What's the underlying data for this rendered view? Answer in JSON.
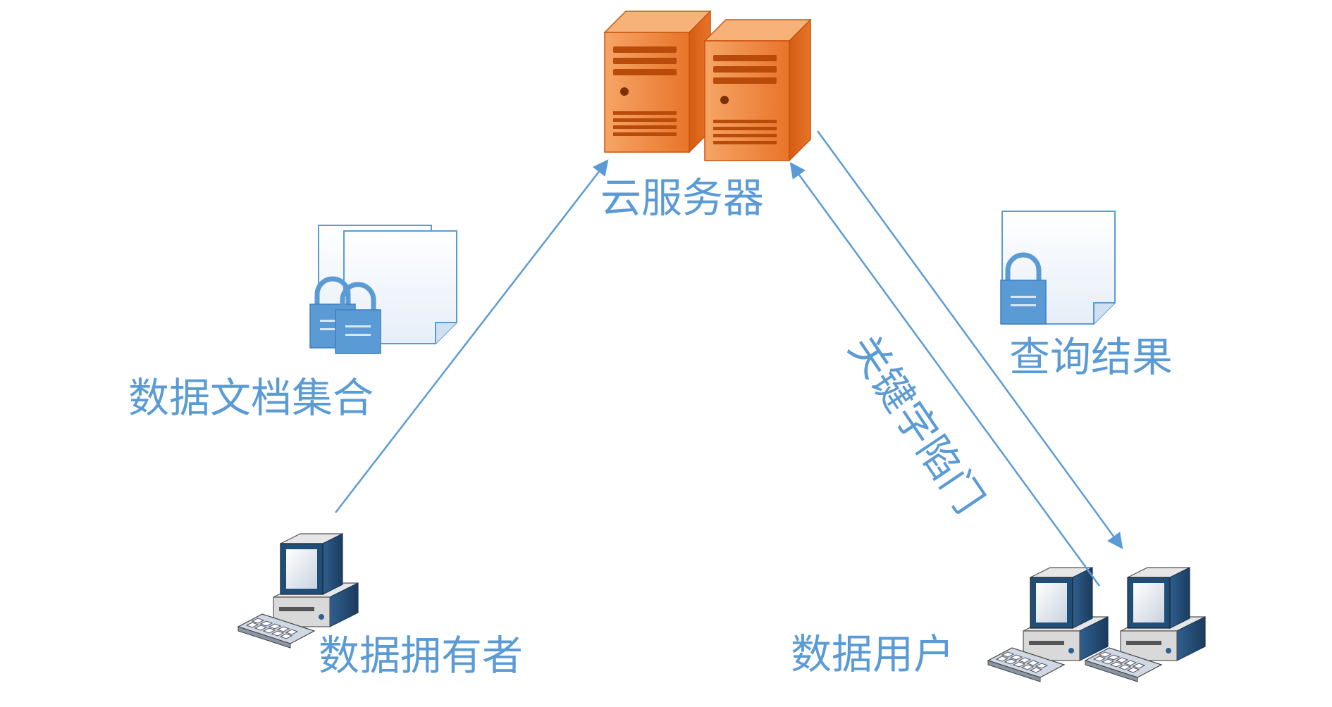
{
  "colors": {
    "text": "#5b9bd5",
    "arrow": "#5b9bd5",
    "server_orange": "#e8742a",
    "server_light": "#f4a460",
    "document_fill": "#f4f8fc",
    "document_stroke": "#5b9bd5",
    "lock_fill": "#5b9bd5",
    "computer_body": "#d9d9d9",
    "computer_screen": "#1f4e79"
  },
  "nodes": {
    "cloud_server": {
      "label": "云服务器",
      "icon": "server-icon"
    },
    "document_collection": {
      "label": "数据文档集合",
      "icon": "encrypted-documents-icon"
    },
    "query_result": {
      "label": "查询结果",
      "icon": "encrypted-document-icon"
    },
    "data_owner": {
      "label": "数据拥有者",
      "icon": "computer-icon"
    },
    "data_user": {
      "label": "数据用户",
      "icon": "computer-icon"
    }
  },
  "edges": {
    "owner_to_server": {
      "from": "data_owner",
      "to": "cloud_server"
    },
    "user_to_server": {
      "from": "data_user",
      "to": "cloud_server",
      "label": "关键字陷门"
    },
    "server_to_user": {
      "from": "cloud_server",
      "to": "data_user"
    }
  }
}
